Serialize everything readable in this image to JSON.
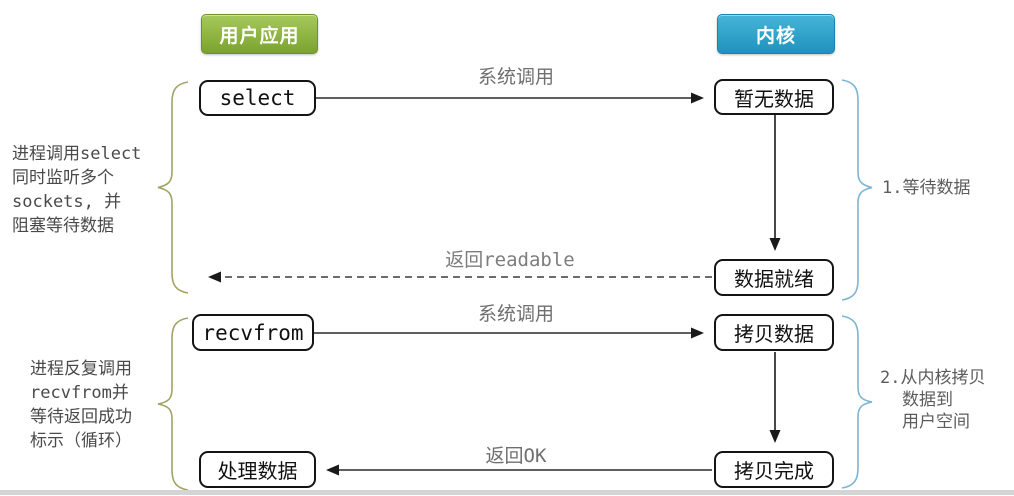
{
  "diagram": {
    "headers": {
      "user_app": "用户应用",
      "kernel": "内核"
    },
    "nodes": {
      "select": "select",
      "no_data": "暂无数据",
      "data_ready": "数据就绪",
      "recvfrom": "recvfrom",
      "copy_data": "拷贝数据",
      "copy_done": "拷贝完成",
      "process_data": "处理数据"
    },
    "edges": {
      "syscall1": "系统调用",
      "return_readable": "返回readable",
      "syscall2": "系统调用",
      "return_ok": "返回OK"
    },
    "annotations": {
      "left1": [
        "进程调用select",
        "同时监听多个",
        "sockets, 并",
        "阻塞等待数据"
      ],
      "left2": [
        "进程反复调用",
        "recvfrom并",
        "等待返回成功",
        "标示（循环）"
      ],
      "right1": "1.等待数据",
      "right2": [
        "2.从内核拷贝",
        "数据到",
        "用户空间"
      ]
    },
    "colors": {
      "user_app_green": "#8fba3e",
      "kernel_blue": "#2ba0c8",
      "left_brace_olive": "#a3a366",
      "right_brace_blue": "#7cb5d2",
      "arrow_black": "#1a1a1a",
      "label_gray": "#6f6f6f"
    }
  }
}
